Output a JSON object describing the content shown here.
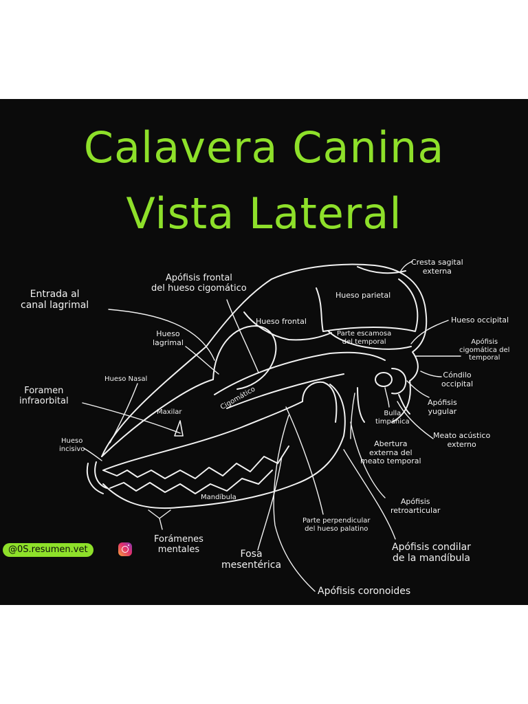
{
  "title": {
    "line1": "Calavera Canina",
    "line2": "Vista Lateral"
  },
  "labels": {
    "entrada_canal_lagrimal": "Entrada al\ncanal lagrimal",
    "apofisis_frontal": "Apófisis frontal\ndel hueso cigomático",
    "cresta_sagital": "Cresta sagital\nexterna",
    "hueso_parietal": "Hueso parietal",
    "hueso_frontal": "Hueso frontal",
    "parte_escamosa": "Parte escamosa\ndel temporal",
    "hueso_occipital": "Hueso occipital",
    "apofisis_cigomatica_temporal": "Apófisis\ncigomática del\ntemporal",
    "hueso_lagrimal": "Hueso\nlagrimal",
    "hueso_nasal": "Hueso Nasal",
    "foramen_infraorbital": "Foramen\ninfraorbital",
    "maxilar": "Maxilar",
    "cigomatico": "Cigomático",
    "condilo_occipital": "Cóndilo\noccipital",
    "apofisis_yugular": "Apófisis\nyugular",
    "bulla_timpanica": "Bulla\ntimpánica",
    "meato_acustico": "Meato acústico\nexterno",
    "hueso_incisivo": "Hueso\nincisivo",
    "abertura_meato": "Abertura\nexterna del\nmeato temporal",
    "mandibula": "Mandíbula",
    "apofisis_retroarticular": "Apófisis\nretroarticular",
    "parte_perpendicular": "Parte perpendicular\ndel hueso palatino",
    "foramenes_mentales": "Forámenes\nmentales",
    "fosa_mesenterica": "Fosa\nmesentérica",
    "apofisis_condilar": "Apófisis condilar\nde la mandíbula",
    "apofisis_coronoides": "Apófisis coronoides"
  },
  "footer": {
    "handle": "@0S.resumen.vet"
  },
  "icons": {
    "social": "instagram-icon"
  },
  "colors": {
    "background": "#0b0b0b",
    "title": "#8ee02a",
    "lines": "#f2f2f2",
    "page": "#ffffff"
  }
}
